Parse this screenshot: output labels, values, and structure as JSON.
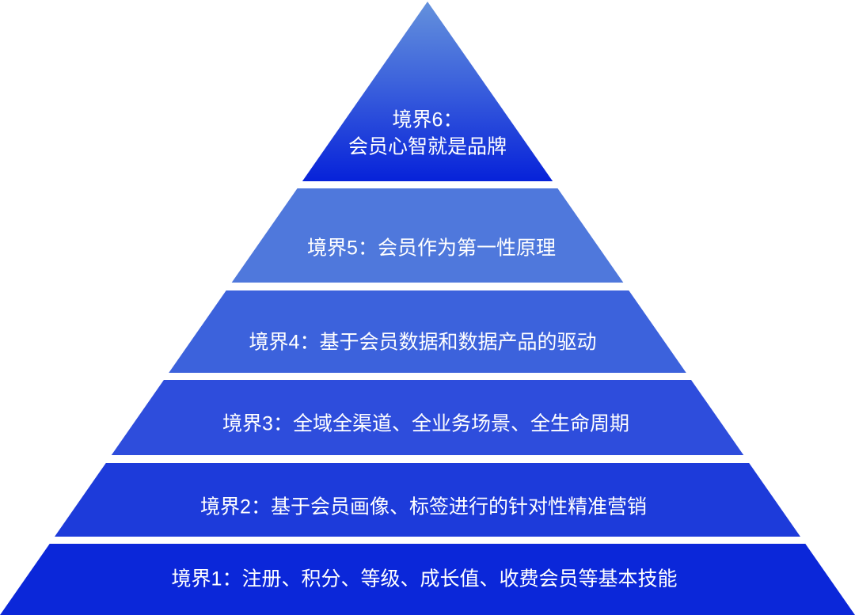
{
  "title": "会员六大境界金字塔",
  "levels": [
    {
      "line1": "境界6：",
      "line2": "会员心智就是品牌"
    },
    {
      "label": "境界5：会员作为第一性原理"
    },
    {
      "label": "境界4：基于会员数据和数据产品的驱动"
    },
    {
      "label": "境界3：全域全渠道、全业务场景、全生命周期"
    },
    {
      "label": "境界2：基于会员画像、标签进行的针对性精准营销"
    },
    {
      "label": "境界1：注册、积分、等级、成长值、收费会员等基本技能"
    }
  ],
  "colors": {
    "top": "#6592dc",
    "bottom": "#0722d9",
    "gap": "#ffffff"
  }
}
